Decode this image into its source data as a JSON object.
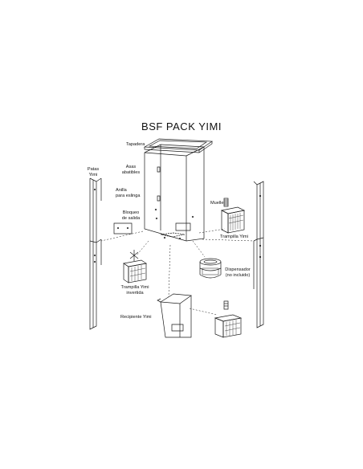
{
  "title": "BSF PACK YIMI",
  "labels": {
    "tapadera": "Tapadera",
    "asas_line1": "Asas",
    "asas_line2": "abatibles",
    "patas_line1": "Patas",
    "patas_line2": "Yimi",
    "anilla": "Anilla",
    "anilla_line2": "para eslinga",
    "bloqueo_line1": "Bloqueo",
    "bloqueo_line2": "de salida",
    "muelle": "Muelle",
    "trampilla": "Trampilla Yimi",
    "trampilla_inv_line1": "Trampilla Yimi",
    "trampilla_inv_line2": "invertida",
    "dispensador_line1": "Dispensador",
    "dispensador_line2": "(no incluido)",
    "recipiente": "Recipiente Yimi"
  },
  "colors": {
    "line": "#1a1a1a",
    "background": "#ffffff"
  }
}
